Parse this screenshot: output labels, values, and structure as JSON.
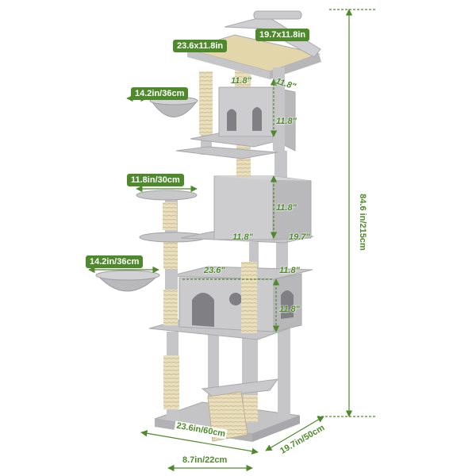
{
  "colors": {
    "accent": "#4e8a2c",
    "plush": "#c9c9cb",
    "plush_dark": "#a9a9ad",
    "sisal": "#e7dcb9",
    "background": "#ffffff"
  },
  "dimensions": {
    "top_left_perch": "23.6x11.8in",
    "top_right_perch": "19.7x11.8in",
    "upper_condo_width": "11.8\"",
    "upper_condo_depth": "11.8\"",
    "upper_condo_height": "11.8\"",
    "upper_hammock": "14.2in/36cm",
    "round_platform": "11.8in/30cm",
    "mid_condo_height": "11.8\"",
    "mid_platform_width": "11.8\"",
    "mid_platform_length": "19.7\"",
    "lower_hammock": "14.2in/36cm",
    "lower_condo_length": "23.6\"",
    "lower_condo_depth": "11.8\"",
    "lower_condo_height": "11.8\"",
    "total_height": "84.6 in/215cm",
    "base_width": "23.6in/60cm",
    "base_depth": "19.7in/50cm",
    "ramp_width": "8.7in/22cm"
  }
}
